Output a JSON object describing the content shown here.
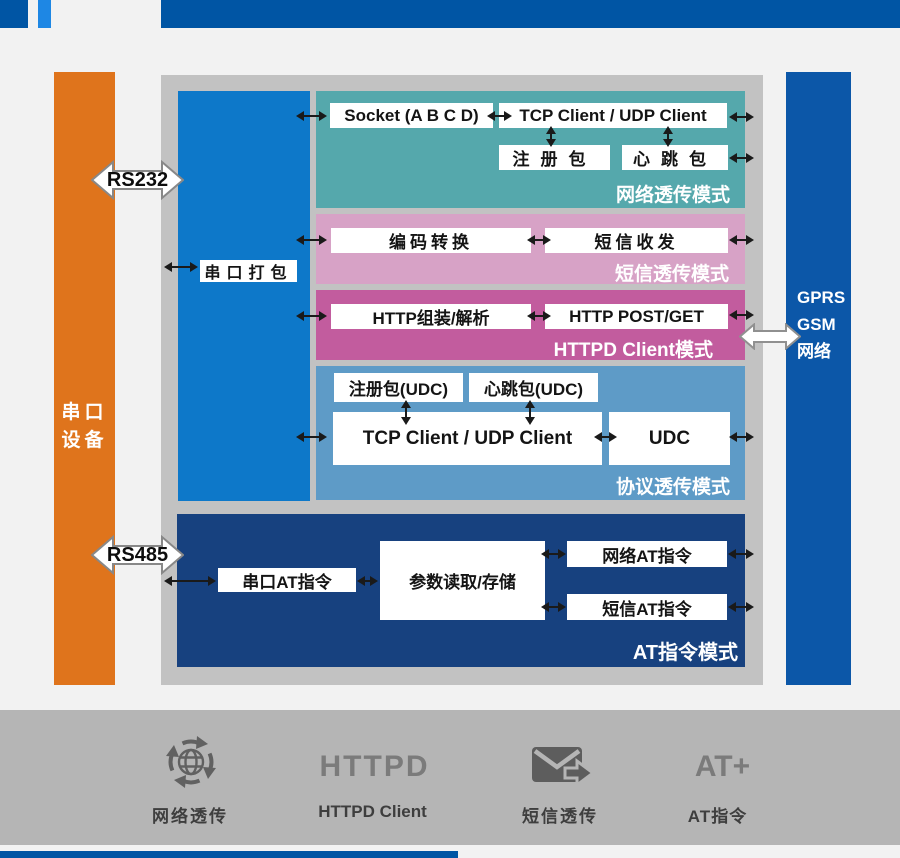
{
  "device_bar": {
    "line1": "串口",
    "line2": "设备"
  },
  "network_bar": {
    "line1": "GPRS",
    "line2": "GSM",
    "line3": "网络"
  },
  "connectors": {
    "rs232": "RS232",
    "rs485": "RS485"
  },
  "core": {
    "serial_pack": "串口打包"
  },
  "modes": {
    "network": {
      "title": "网络透传模式",
      "socket": "Socket (A B C D)",
      "tcp_udp": "TCP Client / UDP Client",
      "register_packet": "注册包",
      "heartbeat_packet": "心跳包"
    },
    "sms": {
      "title": "短信透传模式",
      "encoding": "编码转换",
      "sms_send_recv": "短信收发"
    },
    "httpd": {
      "title": "HTTPD Client模式",
      "http_assemble": "HTTP组装/解析",
      "http_post_get": "HTTP POST/GET"
    },
    "protocol": {
      "title": "协议透传模式",
      "register_udc": "注册包(UDC)",
      "heartbeat_udc": "心跳包(UDC)",
      "tcp_udp": "TCP Client / UDP Client",
      "udc": "UDC"
    },
    "at": {
      "title": "AT指令模式",
      "serial_at": "串口AT指令",
      "param_rw": "参数读取/存储",
      "net_at": "网络AT指令",
      "sms_at": "短信AT指令"
    }
  },
  "footer": {
    "items": [
      {
        "icon": "globe-sync-icon",
        "label": "网络透传"
      },
      {
        "title": "HTTPD",
        "label": "HTTPD Client"
      },
      {
        "icon": "mail-forward-icon",
        "label": "短信透传"
      },
      {
        "title": "AT+",
        "label": "AT指令"
      }
    ]
  },
  "colors": {
    "primary_blue": "#0055a4",
    "accent_blue": "#1e87e4",
    "orange": "#df741c",
    "panel_gray": "#c2c2c2",
    "block_blue": "#0d78c9",
    "teal": "#55a8ac",
    "pink": "#d7a2c6",
    "magenta": "#c25c9e",
    "steel_blue": "#5e9bc7",
    "navy": "#17417f",
    "right_bar_blue": "#0c57a8",
    "footer_gray": "#b5b5b5"
  }
}
